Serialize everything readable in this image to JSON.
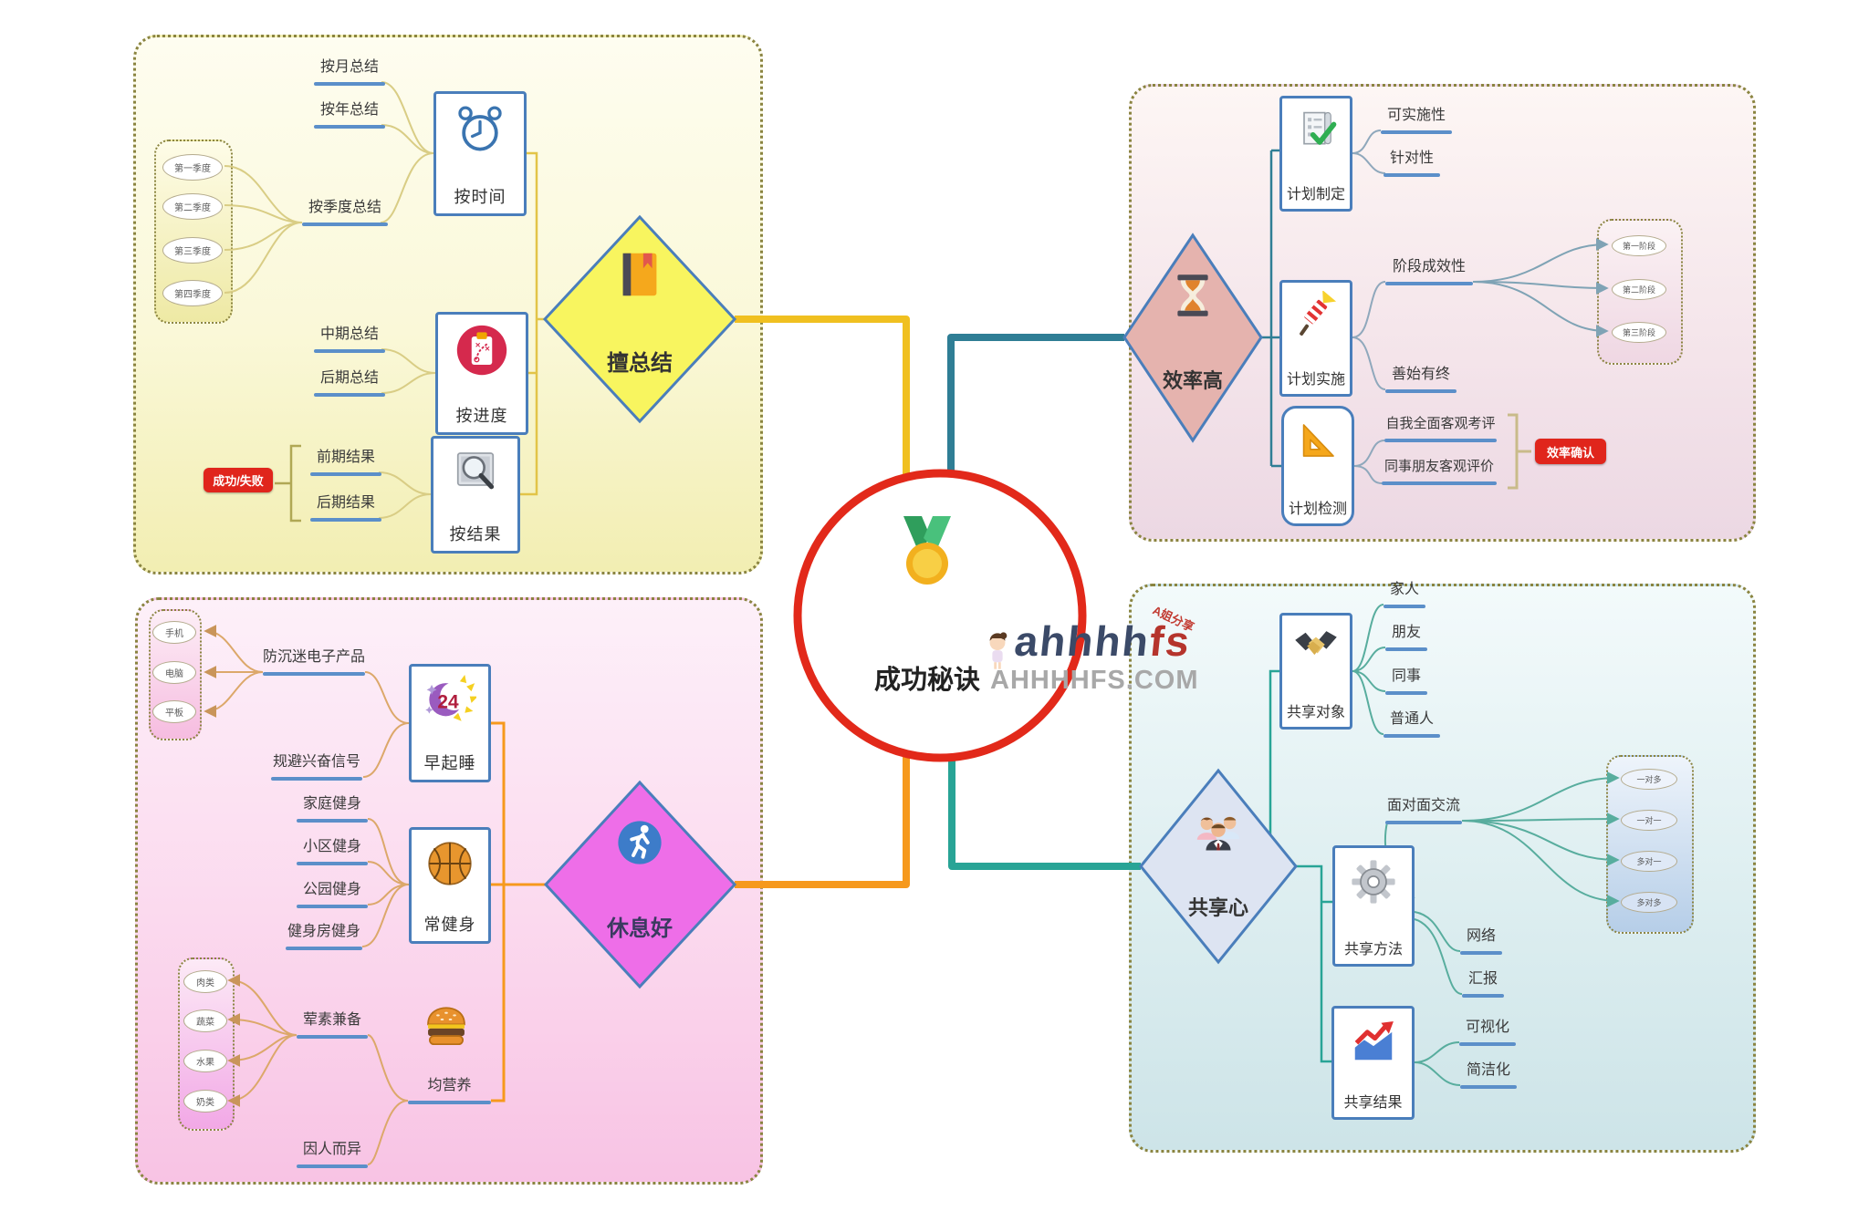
{
  "center": {
    "title": "成功秘诀",
    "watermark": {
      "script_a": "ahhhh",
      "script_b": "fs",
      "badge": "A姐分享",
      "domain": "AHHHHFS.COM"
    }
  },
  "colors": {
    "branch_summary": "#f0c020",
    "branch_efficiency": "#2f7e95",
    "branch_rest": "#f6991d",
    "branch_share": "#28a496",
    "node_border": "#4a7ebb",
    "underline": "#5b8fc9",
    "badge_red": "#e0251c",
    "center_ring": "#e2291a"
  },
  "tl": {
    "diamond": "擅总结",
    "box_time": "按时间",
    "box_progress": "按进度",
    "box_result": "按结果",
    "by_month": "按月总结",
    "by_year": "按年总结",
    "by_quarter": "按季度总结",
    "mid_summary": "中期总结",
    "late_summary": "后期总结",
    "early_result": "前期结果",
    "late_result": "后期结果",
    "badge": "成功/失败",
    "clouds": [
      "第一季度",
      "第二季度",
      "第三季度",
      "第四季度"
    ]
  },
  "tr": {
    "diamond": "效率高",
    "box_make": "计划制定",
    "box_do": "计划实施",
    "box_check": "计划检测",
    "feasible": "可实施性",
    "targeted": "针对性",
    "stage_effect": "阶段成效性",
    "good_finish": "善始有终",
    "self_review": "自我全面客观考评",
    "peer_review": "同事朋友客观评价",
    "badge": "效率确认",
    "clouds": [
      "第一阶段",
      "第二阶段",
      "第三阶段"
    ]
  },
  "bl": {
    "diamond": "休息好",
    "box_sleep": "早起睡",
    "box_exercise": "常健身",
    "nutrition": "均营养",
    "anti_addiction": "防沉迷电子产品",
    "avoid_stimulus": "规避兴奋信号",
    "home_fit": "家庭健身",
    "community_fit": "小区健身",
    "park_fit": "公园健身",
    "gym_fit": "健身房健身",
    "balanced_diet": "荤素兼备",
    "personalized": "因人而异",
    "device_clouds": [
      "手机",
      "电脑",
      "平板"
    ],
    "food_clouds": [
      "肉类",
      "蔬菜",
      "水果",
      "奶类"
    ]
  },
  "br": {
    "diamond": "共享心",
    "box_target": "共享对象",
    "box_method": "共享方法",
    "box_result": "共享结果",
    "family": "家人",
    "friend": "朋友",
    "colleague": "同事",
    "stranger": "普通人",
    "face_to_face": "面对面交流",
    "network": "网络",
    "report": "汇报",
    "visual": "可视化",
    "concise": "简洁化",
    "clouds": [
      "一对多",
      "一对一",
      "多对一",
      "多对多"
    ]
  }
}
